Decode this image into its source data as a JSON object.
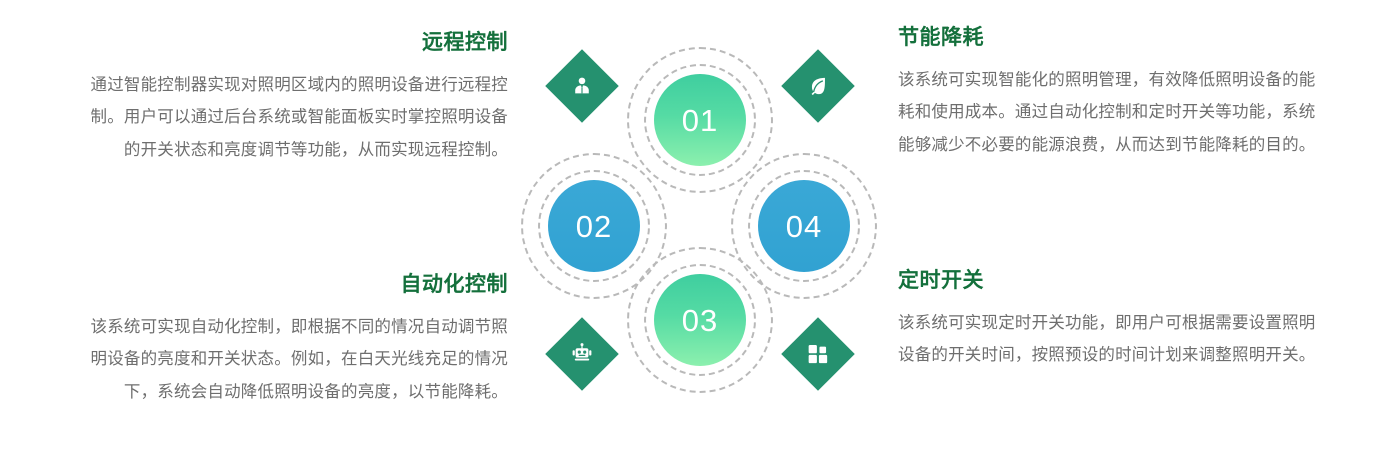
{
  "theme": {
    "heading_color": "#14703C",
    "body_color": "#6E6E6E",
    "green_node_color": "#4FD6A4",
    "blue_node_color": "#34A5D3",
    "diamond_color": "#25916F",
    "ring_color": "#B9B9B9",
    "background": "#FFFFFF"
  },
  "diagram": {
    "nodes": [
      {
        "number": "01",
        "color": "green",
        "position": "top"
      },
      {
        "number": "02",
        "color": "blue",
        "position": "left"
      },
      {
        "number": "03",
        "color": "green",
        "position": "bottom"
      },
      {
        "number": "04",
        "color": "blue",
        "position": "right"
      }
    ],
    "badges": [
      {
        "icon": "person-icon",
        "position": "top-left"
      },
      {
        "icon": "leaf-icon",
        "position": "top-right"
      },
      {
        "icon": "robot-icon",
        "position": "bottom-left"
      },
      {
        "icon": "grid-icon",
        "position": "bottom-right"
      }
    ]
  },
  "blocks": {
    "remote": {
      "heading": "远程控制",
      "body": "通过智能控制器实现对照明区域内的照明设备进行远程控制。用户可以通过后台系统或智能面板实时掌控照明设备的开关状态和亮度调节等功能，从而实现远程控制。"
    },
    "energy": {
      "heading": "节能降耗",
      "body": "该系统可实现智能化的照明管理，有效降低照明设备的能耗和使用成本。通过自动化控制和定时开关等功能，系统能够减少不必要的能源浪费，从而达到节能降耗的目的。"
    },
    "automation": {
      "heading": "自动化控制",
      "body": "该系统可实现自动化控制，即根据不同的情况自动调节照明设备的亮度和开关状态。例如，在白天光线充足的情况下，系统会自动降低照明设备的亮度，以节能降耗。"
    },
    "timer": {
      "heading": "定时开关",
      "body": "该系统可实现定时开关功能，即用户可根据需要设置照明设备的开关时间，按照预设的时间计划来调整照明开关。"
    }
  }
}
